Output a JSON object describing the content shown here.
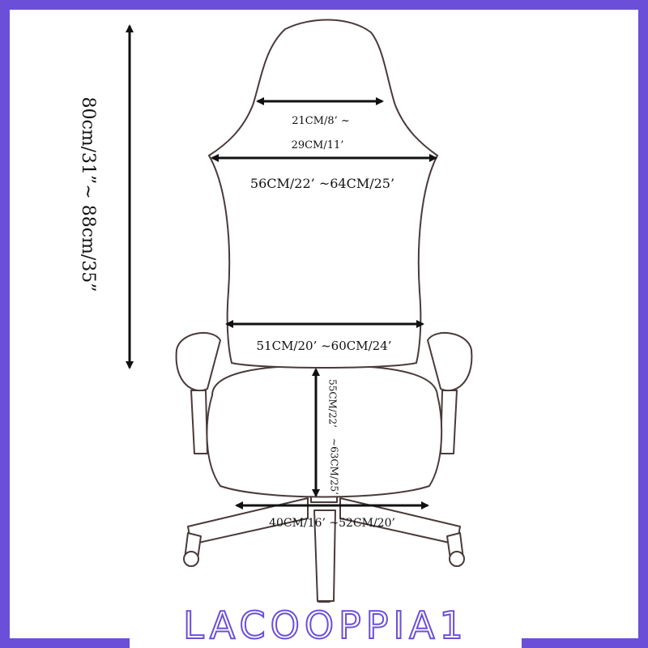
{
  "watermark": "LACOOPPIA1",
  "colors": {
    "frame": "#6b4fd8",
    "line": "#111111",
    "outline": "#4a3a3a"
  },
  "dimensions": {
    "total_height": "80cm/31”∼ 88cm/35”",
    "headrest_width_1": "21CM/8’ ~",
    "headrest_width_2": "29CM/11’",
    "shoulder_width": "56CM/22’ ~64CM/25’",
    "back_lower_width": "51CM/20’ ~60CM/24’",
    "seat_depth_1": "55CM/22’",
    "seat_depth_2": "~63CM/25’",
    "seat_width": "40CM/16’ ~52CM/20’"
  }
}
